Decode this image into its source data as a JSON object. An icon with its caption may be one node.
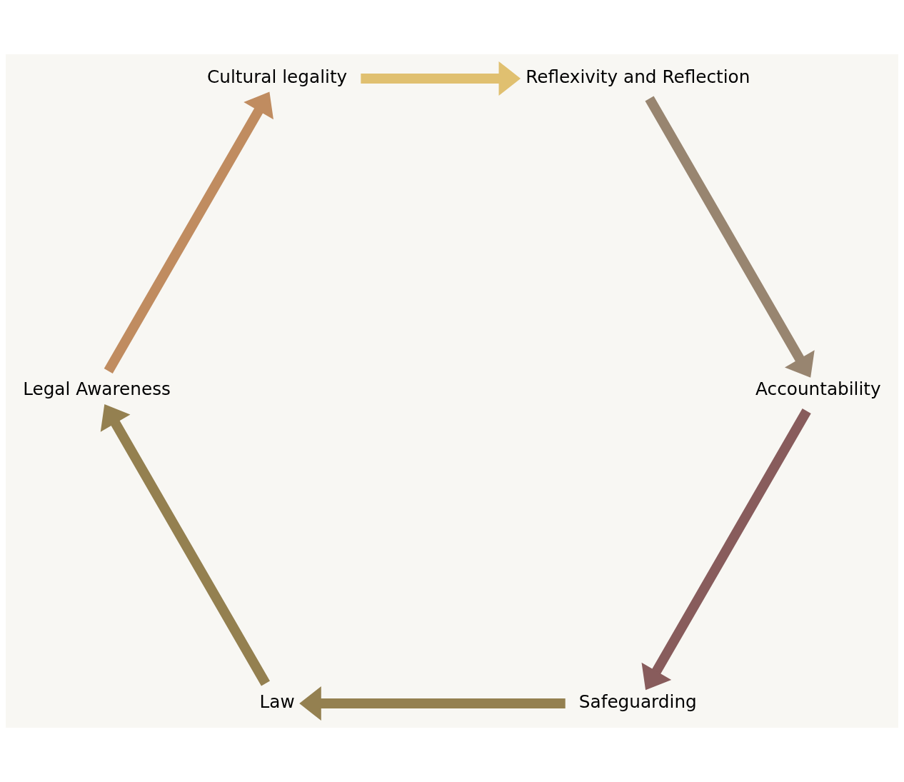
{
  "diagram": {
    "nodes": [
      {
        "text": [
          "Safeguarding"
        ]
      },
      {
        "text": [
          "Law"
        ]
      },
      {
        "text": [
          "Legal Awareness"
        ]
      },
      {
        "text": [
          "Cultural legality"
        ]
      },
      {
        "text": [
          "Reflexivity and Reflection"
        ]
      },
      {
        "text": [
          "Accountability"
        ]
      }
    ],
    "edges": [
      {
        "from": 0,
        "to": 1,
        "arrow": "to",
        "color": "#948050"
      },
      {
        "from": 1,
        "to": 2,
        "arrow": "to",
        "color": "#948050"
      },
      {
        "from": 2,
        "to": 3,
        "arrow": "to",
        "color": "#c08c60"
      },
      {
        "from": 3,
        "to": 4,
        "arrow": "to",
        "color": "#e0c070"
      },
      {
        "from": 4,
        "to": 5,
        "arrow": "to",
        "color": "#988570"
      },
      {
        "from": 5,
        "to": 0,
        "arrow": "to",
        "color": "#885c5c"
      }
    ]
  }
}
